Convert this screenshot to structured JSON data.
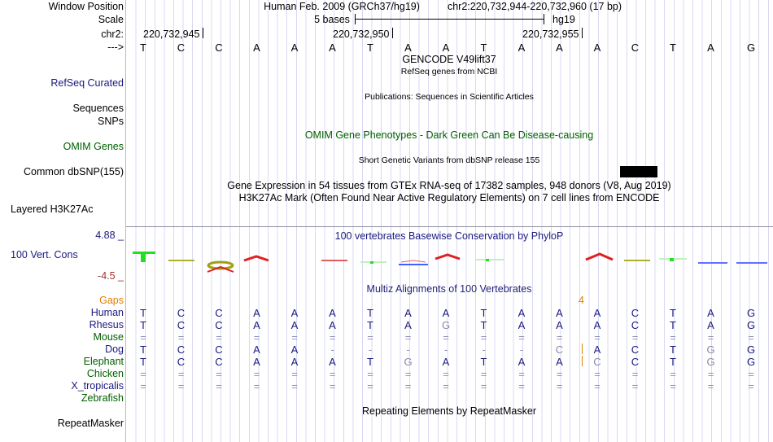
{
  "labels": {
    "window_position": "Window Position",
    "scale": "Scale",
    "chr": "chr2:",
    "strand": "--->",
    "refseq": "RefSeq Curated",
    "sequences": "Sequences",
    "snps": "SNPs",
    "omim": "OMIM Genes",
    "dbsnp": "Common dbSNP(155)",
    "h3k27ac": "Layered H3K27Ac",
    "cons": "100 Vert. Cons",
    "cons_max": "4.88 _",
    "cons_min": "-4.5 _",
    "gaps": "Gaps",
    "species": [
      "Human",
      "Rhesus",
      "Mouse",
      "Dog",
      "Elephant",
      "Chicken",
      "X_tropicalis",
      "Zebrafish"
    ],
    "repeatmasker": "RepeatMasker"
  },
  "header": {
    "assembly": "Human Feb. 2009 (GRCh37/hg19)",
    "position": "chr2:220,732,944-220,732,960 (17 bp)",
    "scale_text": "5 bases",
    "scale_db": "hg19",
    "coords": [
      "220,732,945",
      "220,732,950",
      "220,732,955"
    ]
  },
  "bases": [
    "T",
    "C",
    "C",
    "A",
    "A",
    "A",
    "T",
    "A",
    "A",
    "T",
    "A",
    "A",
    "A",
    "C",
    "T",
    "A",
    "G"
  ],
  "tracks": {
    "gencode": "GENCODE V49lift37",
    "refseq_sub": "RefSeq genes from NCBI",
    "pubs": "Publications: Sequences in Scientific Articles",
    "omim": "OMIM Gene Phenotypes - Dark Green Can Be Disease-causing",
    "snp": "Short Genetic Variants from dbSNP release 155",
    "gtex": "Gene Expression in 54 tissues from GTEx RNA-seq of 17382 samples, 948 donors (V8, Aug 2019)",
    "h3k27ac": "H3K27Ac Mark (Often Found Near Active Regulatory Elements) on 7 cell lines from ENCODE",
    "phylop": "100 vertebrates Basewise Conservation by PhyloP",
    "multiz": "Multiz Alignments of 100 Vertebrates",
    "gap_count": "4",
    "repeat": "Repeating Elements by RepeatMasker"
  },
  "alignment": {
    "Human": [
      "T",
      "C",
      "C",
      "A",
      "A",
      "A",
      "T",
      "A",
      "A",
      "T",
      "A",
      "A",
      "A",
      "C",
      "T",
      "A",
      "G"
    ],
    "Rhesus": [
      "T",
      "C",
      "C",
      "A",
      "A",
      "A",
      "T",
      "A",
      "G",
      "T",
      "A",
      "A",
      "A",
      "C",
      "T",
      "A",
      "G"
    ],
    "Mouse": [
      "=",
      "=",
      "=",
      "=",
      "=",
      "=",
      "=",
      "=",
      "=",
      "=",
      "=",
      "=",
      "=",
      "=",
      "=",
      "=",
      "="
    ],
    "Dog": [
      "T",
      "C",
      "C",
      "A",
      "A",
      "-",
      "-",
      "-",
      "-",
      "-",
      "-",
      "C",
      "A",
      "C",
      "T",
      "G",
      "G"
    ],
    "Elephant": [
      "T",
      "C",
      "C",
      "A",
      "A",
      "A",
      "T",
      "G",
      "A",
      "T",
      "A",
      "A",
      "C",
      "C",
      "T",
      "G",
      "G"
    ],
    "Chicken": [
      "=",
      "=",
      "=",
      "=",
      "=",
      "=",
      "=",
      "=",
      "=",
      "=",
      "=",
      "=",
      "=",
      "=",
      "=",
      "=",
      "="
    ],
    "X_tropicalis": [
      "=",
      "=",
      "=",
      "=",
      "=",
      "=",
      "=",
      "=",
      "=",
      "=",
      "=",
      "=",
      "=",
      "=",
      "=",
      "=",
      "="
    ]
  },
  "faded": {
    "Rhesus": [
      8
    ],
    "Dog": [
      11,
      15
    ],
    "Elephant": [
      7,
      12,
      15
    ]
  },
  "colors": {
    "label_blue": "#1a1a80",
    "green": "#006000",
    "orange": "#e08000",
    "cons_red": "#a03030"
  }
}
